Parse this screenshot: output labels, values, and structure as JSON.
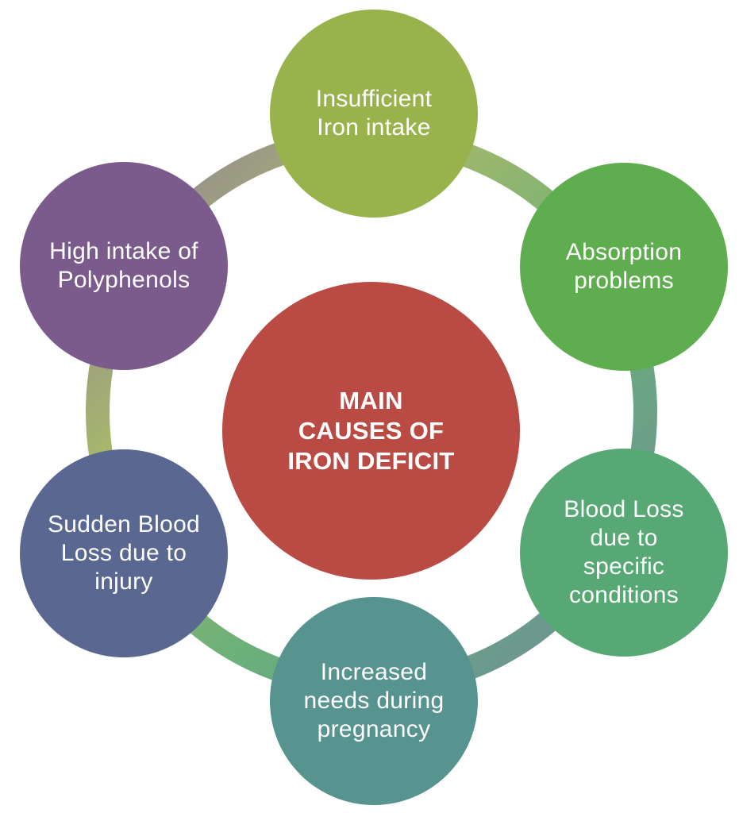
{
  "diagram": {
    "center": {
      "lines": [
        "MAIN",
        "CAUSES OF",
        "IRON DEFICIT"
      ],
      "color": "#b94a44"
    },
    "nodes": [
      {
        "id": "insufficient-intake",
        "lines": [
          "Insufficient",
          "Iron intake"
        ],
        "color": "#98b34c"
      },
      {
        "id": "absorption",
        "lines": [
          "Absorption",
          "problems"
        ],
        "color": "#5ead4f"
      },
      {
        "id": "blood-loss-conditions",
        "lines": [
          "Blood Loss",
          "due to",
          "specific",
          "conditions"
        ],
        "color": "#57a874"
      },
      {
        "id": "pregnancy",
        "lines": [
          "Increased",
          "needs during",
          "pregnancy"
        ],
        "color": "#57938f"
      },
      {
        "id": "sudden-blood-loss",
        "lines": [
          "Sudden Blood",
          "Loss due to",
          "injury"
        ],
        "color": "#5a6790"
      },
      {
        "id": "polyphenols",
        "lines": [
          "High intake of",
          "Polyphenols"
        ],
        "color": "#7a5b8c"
      }
    ]
  }
}
